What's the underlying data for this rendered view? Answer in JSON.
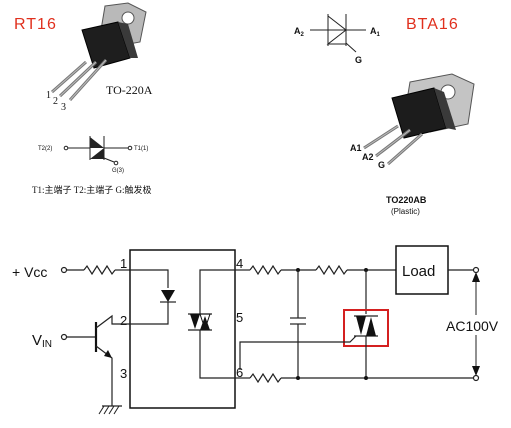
{
  "left_part": {
    "title": "RT16",
    "package": "TO-220A",
    "pins": [
      "1",
      "2",
      "3"
    ],
    "symbol_t2": "T2(2)",
    "symbol_t1": "T1(1)",
    "symbol_g": "G(3)",
    "legend": "T1:主端子  T2:主端子  G:触发极"
  },
  "right_part": {
    "title": "BTA16",
    "a2": "A",
    "a2_sub": "2",
    "a1": "A",
    "a1_sub": "1",
    "g": "G",
    "pkg_a1": "A1",
    "pkg_a2": "A2",
    "pkg_g": "G",
    "package": "TO220AB",
    "package_note": "(Plastic)"
  },
  "schematic": {
    "vcc_label": "+ Vcc",
    "vin_label": "V",
    "vin_sub": "IN",
    "pins_left": [
      "1",
      "2",
      "3"
    ],
    "pins_right": [
      "4",
      "5",
      "6"
    ],
    "load_label": "Load",
    "ac_label": "AC100V"
  },
  "colors": {
    "title_red": "#e0301e",
    "highlight_red": "#d42020"
  }
}
